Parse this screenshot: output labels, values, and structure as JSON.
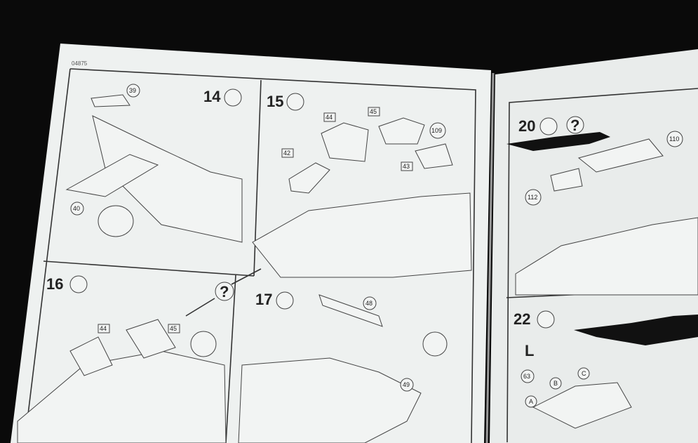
{
  "sheet_code": "04875",
  "steps": {
    "s14": "14",
    "s15": "15",
    "s16": "16",
    "s17": "17",
    "s20": "20",
    "s22": "22"
  },
  "parts": {
    "p39": "39",
    "p40": "40",
    "p42": "42",
    "p43": "43",
    "p44": "44",
    "p45": "45",
    "p109": "109",
    "p110": "110",
    "p112": "112",
    "p44b": "44",
    "p45b": "45",
    "p48": "48",
    "p49": "49",
    "p63": "63"
  },
  "markers": {
    "question": "?",
    "question2": "?",
    "letterA": "A",
    "letterB": "B",
    "letterC": "C",
    "letterL": "L"
  },
  "colors": {
    "paper": "#eef1f0",
    "ink": "#222222",
    "background": "#0a0a0a"
  }
}
